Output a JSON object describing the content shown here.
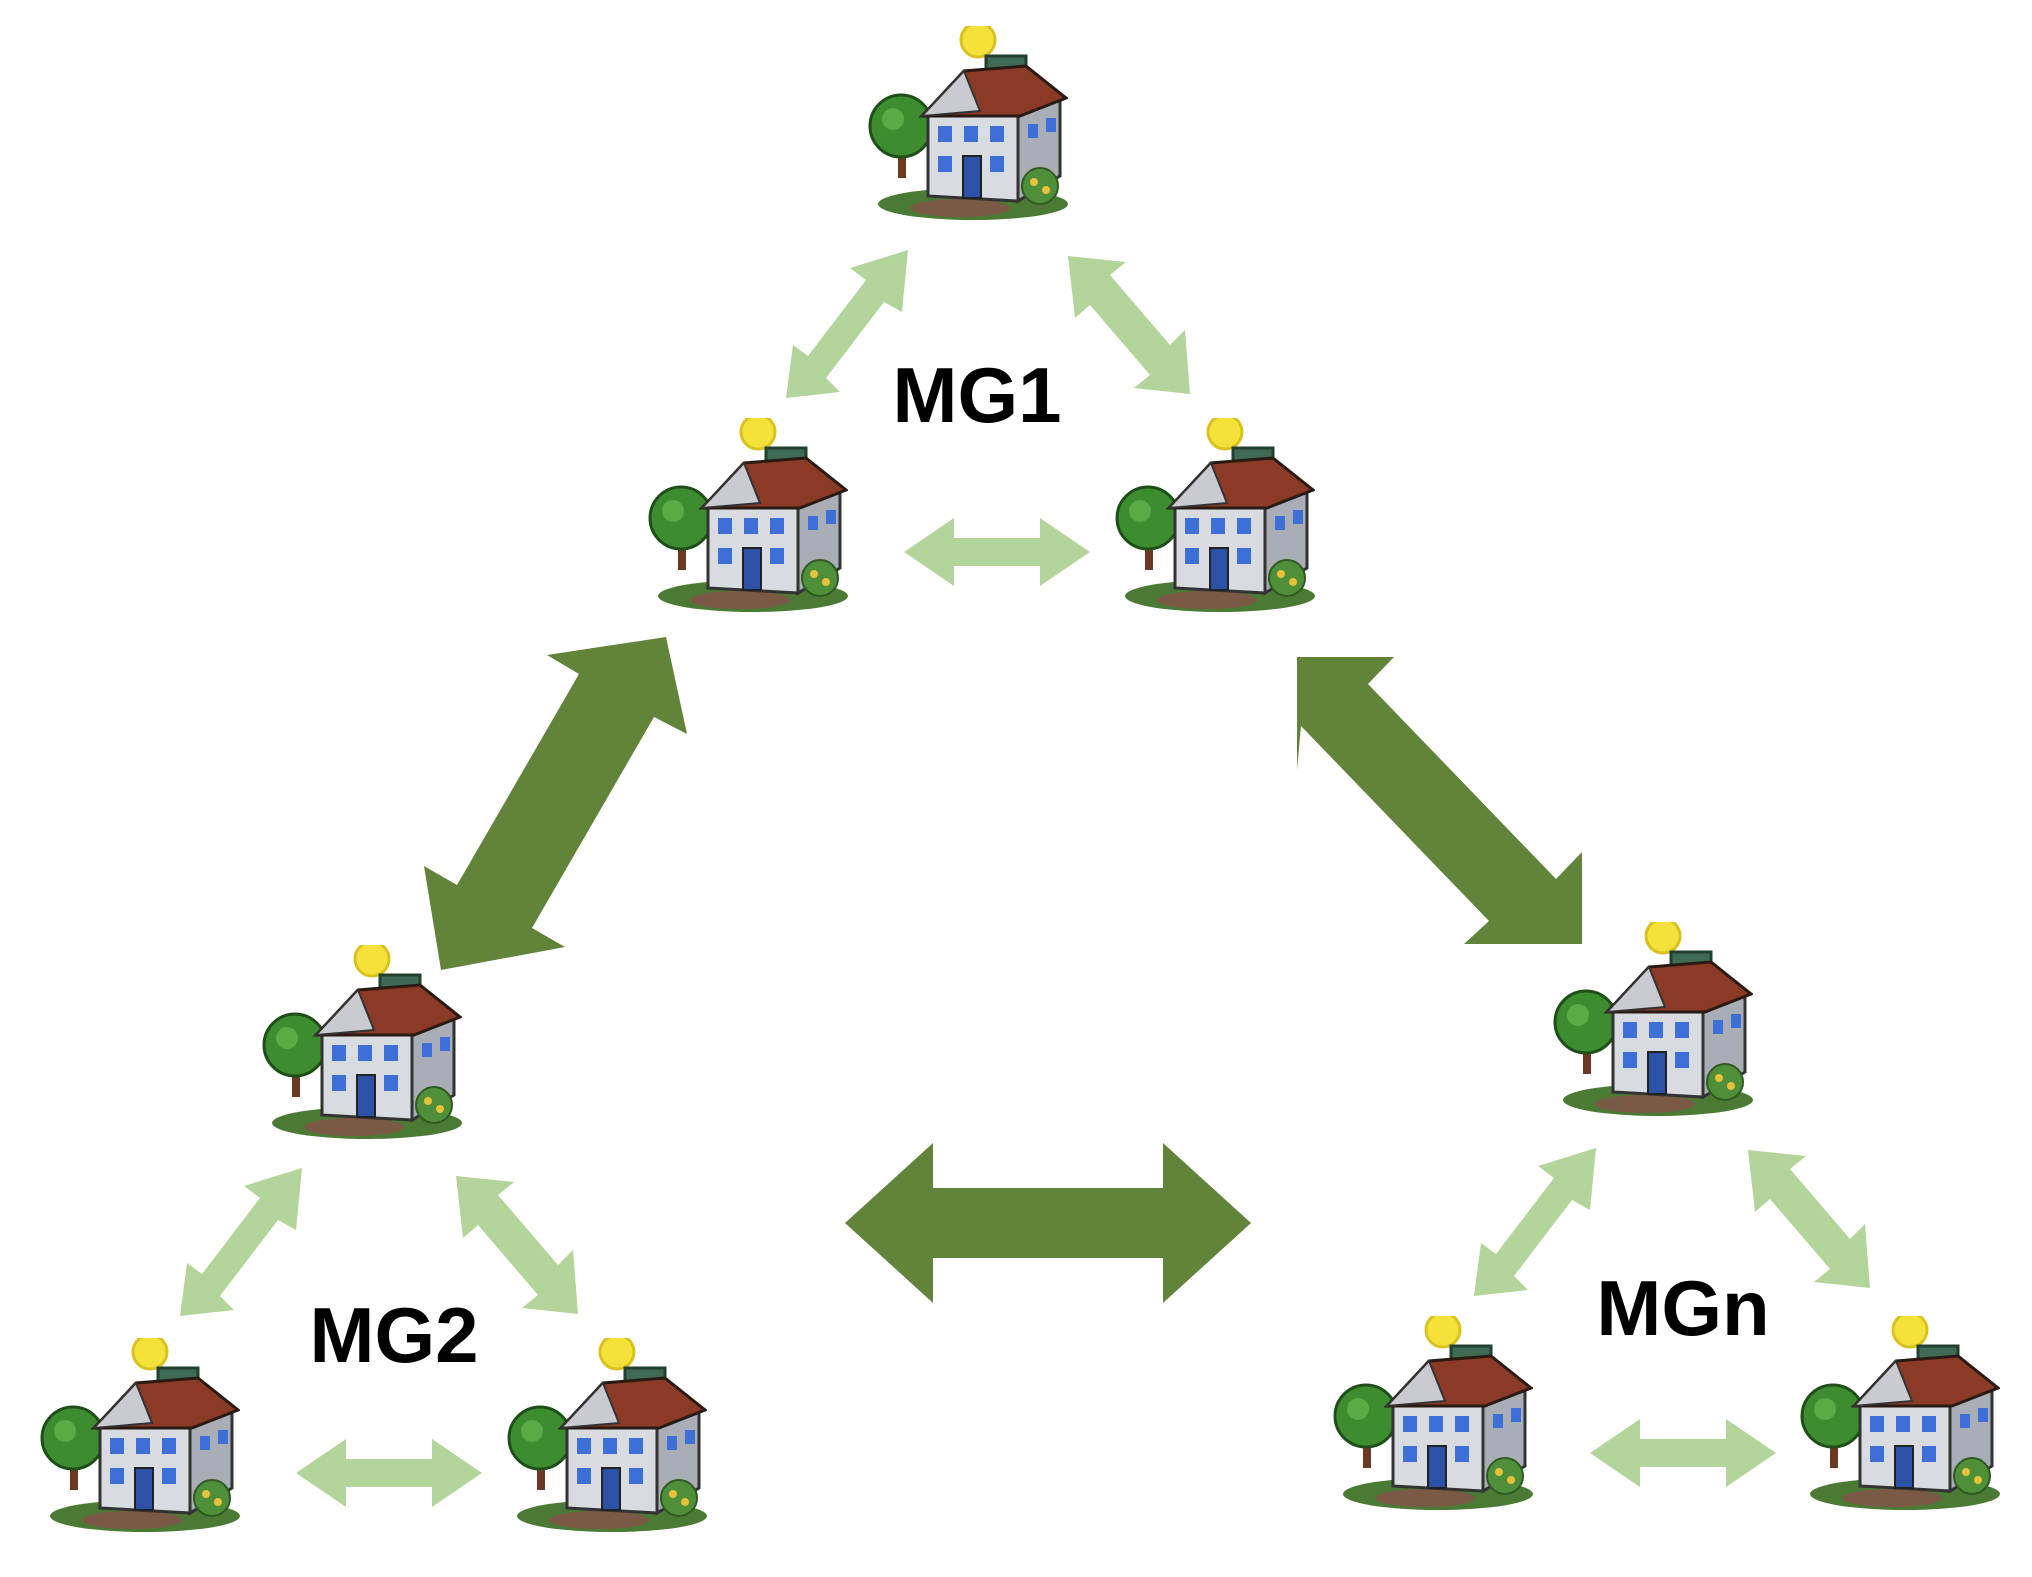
{
  "microgrids": [
    {
      "id": "mg1",
      "label": "MG1"
    },
    {
      "id": "mg2",
      "label": "MG2"
    },
    {
      "id": "mgn",
      "label": "MGn"
    }
  ],
  "icons": {
    "house": "house-icon",
    "sun": "sun-icon",
    "tree": "tree-icon",
    "solar_panel": "solar-panel-icon"
  },
  "colors": {
    "intra_link": "#b3d49a",
    "inter_link": "#62833a",
    "roof": "#8b3a26",
    "wall": "#d8dbe0",
    "window": "#3d6fd6",
    "tree": "#3d8c2f",
    "sun": "#f4e23a",
    "panel": "#3f6b55",
    "label": "#000000"
  }
}
